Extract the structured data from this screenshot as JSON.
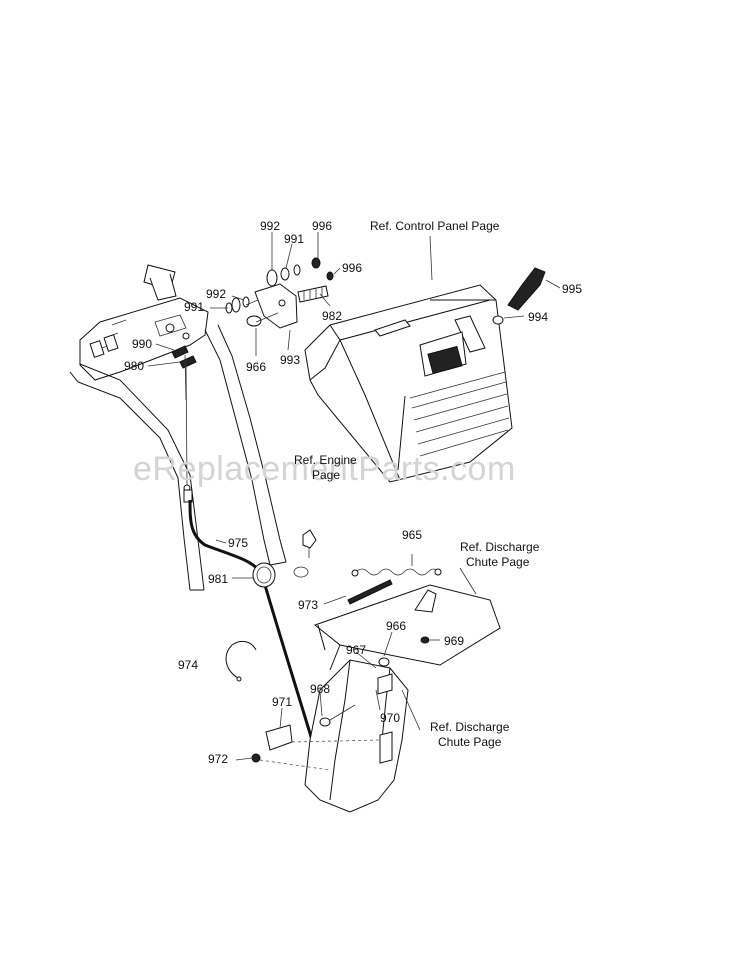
{
  "watermark": "eReplacementParts.com",
  "refs": {
    "control_panel": "Ref. Control Panel Page",
    "engine_line1": "Ref. Engine",
    "engine_line2": "Page",
    "discharge_top_line1": "Ref. Discharge",
    "discharge_top_line2": "Chute Page",
    "discharge_bottom_line1": "Ref. Discharge",
    "discharge_bottom_line2": "Chute Page"
  },
  "parts": {
    "p992a": "992",
    "p991a": "991",
    "p996a": "996",
    "p996b": "996",
    "p992b": "992",
    "p991b": "991",
    "p982": "982",
    "p995": "995",
    "p994": "994",
    "p990": "990",
    "p980": "980",
    "p966a": "966",
    "p993": "993",
    "p975": "975",
    "p965": "965",
    "p981": "981",
    "p973": "973",
    "p966b": "966",
    "p969": "969",
    "p967": "967",
    "p974": "974",
    "p968": "968",
    "p971": "971",
    "p970": "970",
    "p972": "972"
  }
}
